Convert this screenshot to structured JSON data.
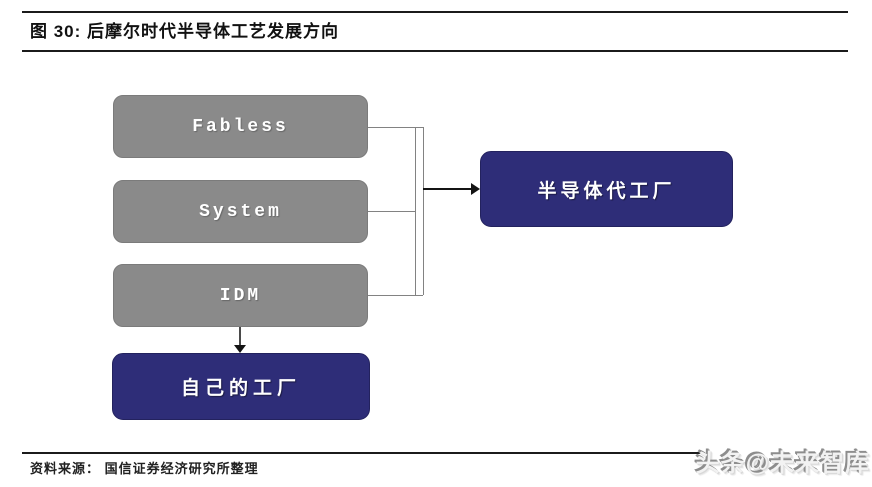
{
  "figure": {
    "title": "图 30:  后摩尔时代半导体工艺发展方向"
  },
  "diagram": {
    "source_boxes": [
      {
        "label": "Fabless"
      },
      {
        "label": "System"
      },
      {
        "label": "IDM"
      }
    ],
    "foundry_box_label": "半导体代工厂",
    "own_fab_box_label": "自己的工厂"
  },
  "footer": {
    "source_text": "资料来源： 国信证券经济研究所整理",
    "watermark": "头条@未来智库"
  },
  "colors": {
    "gray_box": "#8a8a8a",
    "navy_box": "#2e2d78",
    "connector_gray": "#828282",
    "arrow_black": "#141414"
  }
}
